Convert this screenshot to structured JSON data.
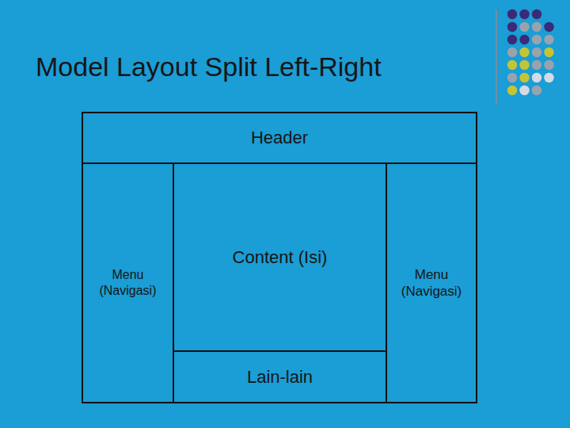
{
  "diagram": {
    "title": "Model Layout Split Left-Right",
    "nodes": [
      {
        "text": [
          "Header"
        ]
      },
      {
        "text": [
          "Menu (Navigasi)"
        ]
      },
      {
        "text": [
          "Content (Isi)"
        ]
      },
      {
        "text": [
          "Menu (Navigasi)"
        ]
      },
      {
        "text": [
          "Lain-lain"
        ]
      }
    ]
  }
}
